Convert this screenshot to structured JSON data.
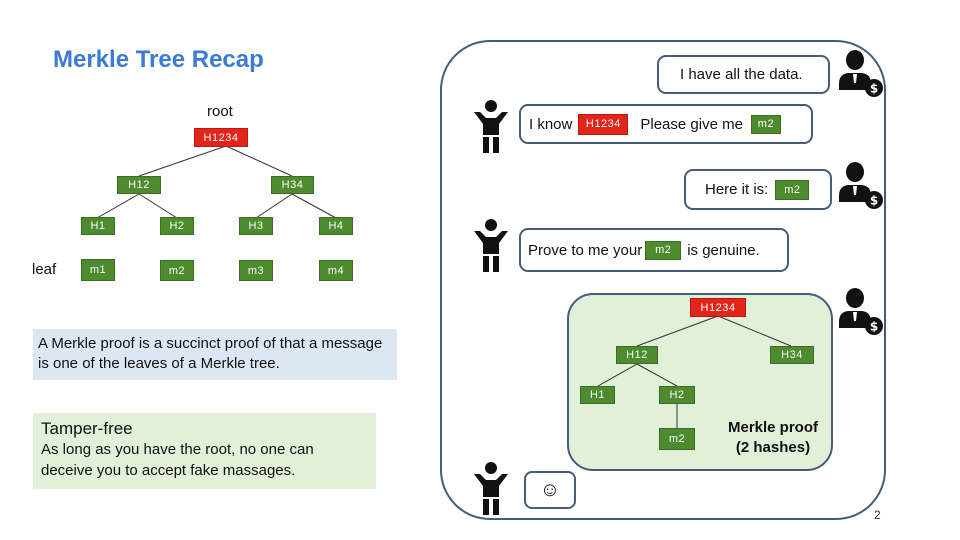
{
  "title": "Merkle Tree Recap",
  "tree": {
    "root_label": "root",
    "leaf_label": "leaf",
    "root": "H1234",
    "level1": [
      "H12",
      "H34"
    ],
    "level2": [
      "H1",
      "H2",
      "H3",
      "H4"
    ],
    "leaves": [
      "m1",
      "m2",
      "m3",
      "m4"
    ]
  },
  "notes": {
    "succinct": "A Merkle proof is a succinct proof of that a message is one of the leaves of a Merkle tree.",
    "tamper_title": "Tamper-free",
    "tamper_body": "As long as you have the root, no one can deceive you to accept fake massages."
  },
  "dialogue": {
    "server_1": "I have all the data.",
    "client_1_prefix": "I know",
    "client_1_hash": "H1234",
    "client_1_request": "Please give me",
    "client_1_msg": "m2",
    "server_2_prefix": "Here it is:",
    "server_2_msg": "m2",
    "client_2_prefix": "Prove to me your",
    "client_2_msg": "m2",
    "client_2_suffix": "is genuine.",
    "smiley": "☺"
  },
  "proof": {
    "root": "H1234",
    "left": "H12",
    "right": "H34",
    "h1": "H1",
    "h2": "H2",
    "leaf": "m2",
    "label_line1": "Merkle proof",
    "label_line2": "(2 hashes)"
  },
  "page_number": "2",
  "colors": {
    "title": "#3a7bd5",
    "green_node": "#4d8b2e",
    "red_node": "#e2241b",
    "outline": "#455c7a"
  },
  "icons": {
    "client": "person-icon",
    "server": "businessman-dollar-icon"
  }
}
